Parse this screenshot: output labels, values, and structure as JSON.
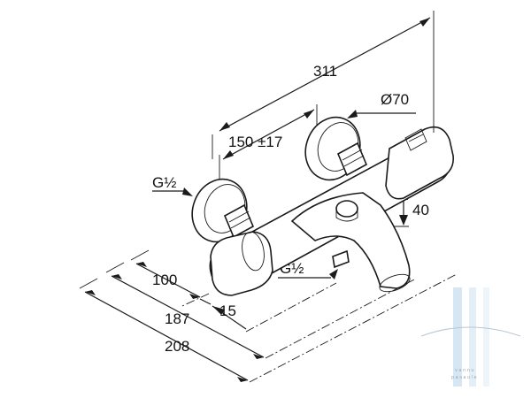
{
  "dimensions": {
    "length_overall": "311",
    "diameter": "Ø70",
    "center_distance": "150 ±17",
    "inlet_thread": "G½",
    "height": "40",
    "outlet_thread": "G½",
    "depth_1": "100",
    "offset": "15",
    "depth_2": "187",
    "depth_3": "208"
  },
  "watermark": {
    "line1": "vannu",
    "line2": "pasaule"
  }
}
